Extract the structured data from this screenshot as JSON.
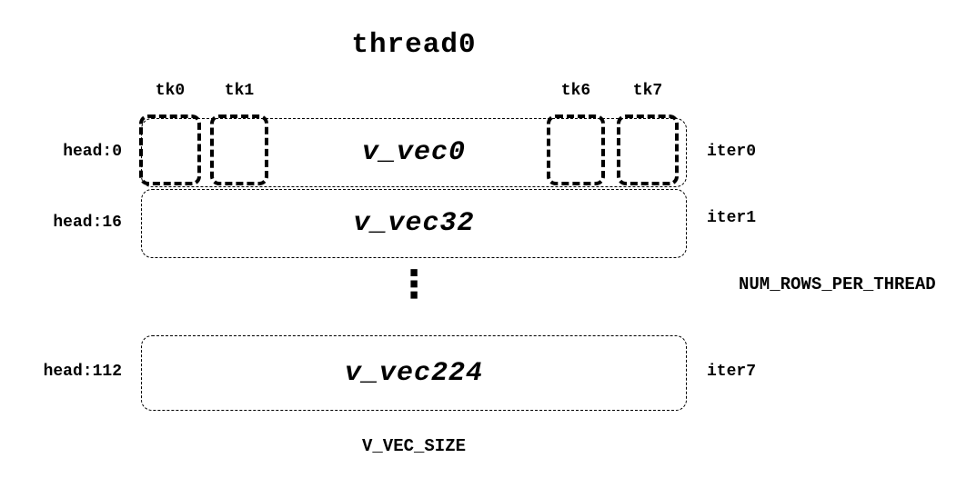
{
  "title": "thread0",
  "tk_labels": [
    "tk0",
    "tk1",
    "tk6",
    "tk7"
  ],
  "rows": [
    {
      "head": "head:0",
      "vec": "v_vec0",
      "iter": "iter0"
    },
    {
      "head": "head:16",
      "vec": "v_vec32",
      "iter": "iter1"
    },
    {
      "head": "head:112",
      "vec": "v_vec224",
      "iter": "iter7"
    }
  ],
  "ellipsis": "⋮",
  "annotations": {
    "num_rows_label": "NUM_ROWS_PER_THREAD",
    "v_vec_size_label": "V_VEC_SIZE"
  },
  "colors": {
    "ink": "#000000",
    "background": "#ffffff"
  }
}
